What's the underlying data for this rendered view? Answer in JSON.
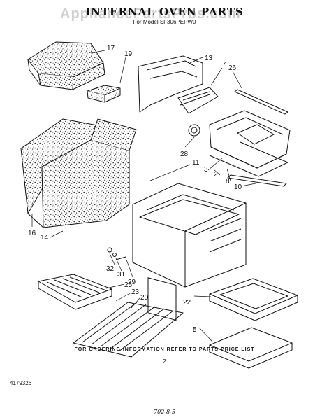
{
  "header": {
    "title": "INTERNAL OVEN PARTS",
    "model": "For Model SF306PEPW0"
  },
  "watermark": "AppliancePartsPros.com",
  "callouts": [
    "17",
    "19",
    "13",
    "7",
    "26",
    "28",
    "11",
    "3",
    "2",
    "8",
    "10",
    "16",
    "14",
    "32",
    "31",
    "29",
    "25",
    "23",
    "20",
    "22",
    "5"
  ],
  "footer": {
    "note": "FOR ORDERING INFORMATION REFER TO PARTS PRICE LIST",
    "page": "2",
    "code": "4179326",
    "date": "702-8-5"
  }
}
